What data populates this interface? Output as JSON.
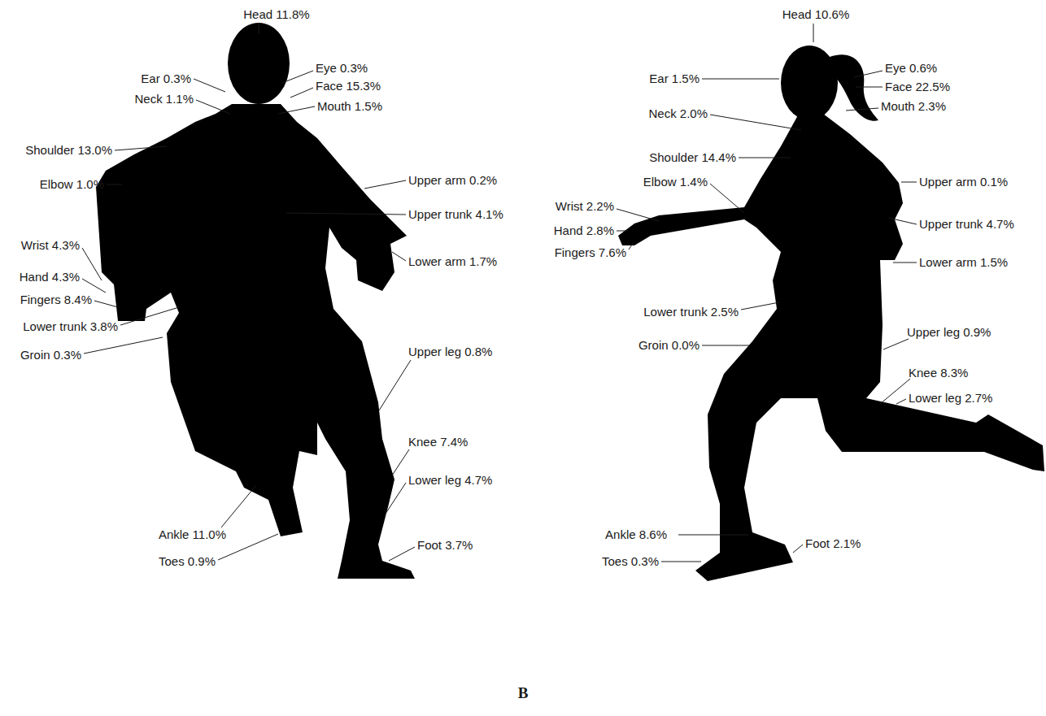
{
  "diagram": {
    "labels": [
      "Head 11.8%",
      "Ear 0.3%",
      "Eye 0.3%",
      "Face 15.3%",
      "Neck 1.1%",
      "Mouth 1.5%",
      "Shoulder 13.0%",
      "Elbow 1.0%",
      "Upper arm 0.2%",
      "Upper trunk 4.1%",
      "Wrist 4.3%",
      "Hand 4.3%",
      "Lower arm 1.7%",
      "Fingers 8.4%",
      "Lower trunk 3.8%",
      "Groin 0.3%",
      "Upper leg 0.8%",
      "Knee 7.4%",
      "Lower leg 4.7%",
      "Ankle 11.0%",
      "Toes 0.9%",
      "Foot 3.7%",
      "Head 10.6%",
      "Ear 1.5%",
      "Eye 0.6%",
      "Face 22.5%",
      "Neck 2.0%",
      "Mouth 2.3%",
      "Shoulder 14.4%",
      "Upper arm 0.1%",
      "Elbow 1.4%",
      "Wrist 2.2%",
      "Upper trunk 4.7%",
      "Hand 2.8%",
      "Fingers 7.6%",
      "Lower arm 1.5%",
      "Lower trunk 2.5%",
      "Upper leg 0.9%",
      "Groin 0.0%",
      "Knee 8.3%",
      "Lower leg 2.7%",
      "Ankle 8.6%",
      "Foot 2.1%",
      "Toes 0.3%",
      "B"
    ]
  }
}
